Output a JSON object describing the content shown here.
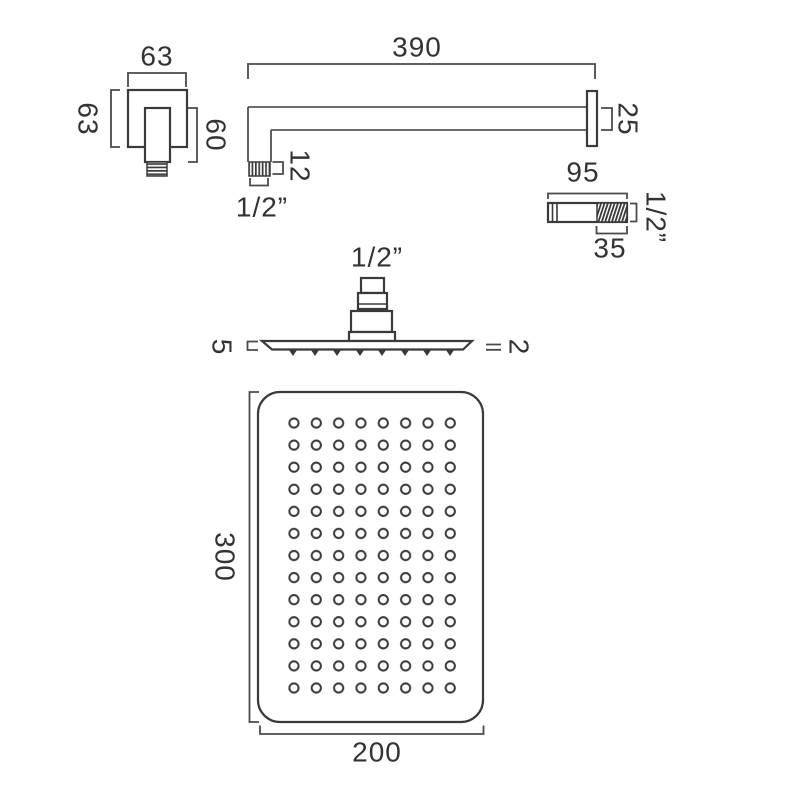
{
  "drawing": {
    "type": "technical-dimension-drawing",
    "subject": "rectangular shower head with wall arm and outlet",
    "background_color": "#ffffff",
    "line_color": "#3a3a3a",
    "text_color": "#333333",
    "wall_outlet": {
      "width_label": "63",
      "height_label": "63",
      "body_length_label": "60"
    },
    "shower_arm": {
      "length_label": "390",
      "flange_label": "25",
      "thread_label": "12",
      "connection_label": "1/2”"
    },
    "connector": {
      "length_label": "95",
      "thread_label": "35",
      "connection_label": "1/2”"
    },
    "head_side_view": {
      "connection_label": "1/2”",
      "rim_label": "5",
      "nozzle_label": "2",
      "nozzle_count": 8
    },
    "head_front_view": {
      "height_label": "300",
      "width_label": "200",
      "hole_columns": 8,
      "hole_rows": 13
    }
  }
}
